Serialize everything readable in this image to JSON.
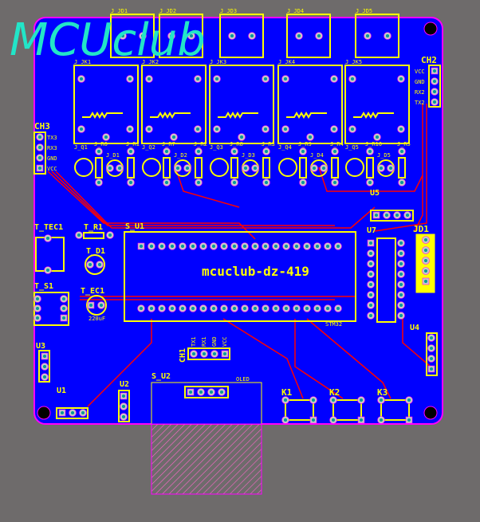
{
  "watermark": "MCUclub",
  "board_title": "mcuclub-dz-419",
  "colors": {
    "board": "#0000ff",
    "silk": "#ffff00",
    "trace": "#ff0000",
    "outline": "#ff00ff",
    "watermark": "#22e5c8",
    "background": "#6e6b6b"
  },
  "relay_terminals": [
    "J_JD1",
    "J_JD2",
    "J_JD3",
    "J_JD4",
    "J_JD5"
  ],
  "relays": [
    "J_JK1",
    "J_JK2",
    "J_JK3",
    "J_JK4",
    "J_JK5"
  ],
  "transistors": [
    "J_Q1",
    "J_Q2",
    "J_Q3",
    "J_Q4",
    "J_Q5"
  ],
  "leds": [
    "J_D1",
    "J_D2",
    "J_D3",
    "J_D4",
    "J_D5"
  ],
  "resistors_a": [
    "J_R6",
    "J_R7",
    "J_R8",
    "J_R9",
    "J_R10"
  ],
  "resistors_b": [
    "J_R1",
    "J_R2",
    "J_R3",
    "J_R4",
    "J_R5"
  ],
  "ch2": {
    "label": "CH2",
    "pins": [
      "VCC",
      "GND",
      "RX2",
      "TX2"
    ]
  },
  "ch3": {
    "label": "CH3",
    "pins": [
      "TX3",
      "RX3",
      "GND",
      "VCC"
    ]
  },
  "ch1": {
    "label": "CH1",
    "pins": [
      "TX1",
      "RX1",
      "GND",
      "VCC"
    ]
  },
  "parts": {
    "tec": "T_TEC1",
    "r1": "T_R1",
    "d1": "T_D1",
    "ec1": "T_EC1",
    "ec1_value": "220uF",
    "s1": "T_S1",
    "u3": "U3",
    "u1": "U1",
    "u2": "U2",
    "su1": "S_U1",
    "su2": "S_U2",
    "oled": "OLED",
    "u5": "U5",
    "u7": "U7",
    "jd1": "JD1",
    "u4": "U4",
    "k1": "K1",
    "k2": "K2",
    "k3": "K3"
  },
  "module_label": "STM32"
}
